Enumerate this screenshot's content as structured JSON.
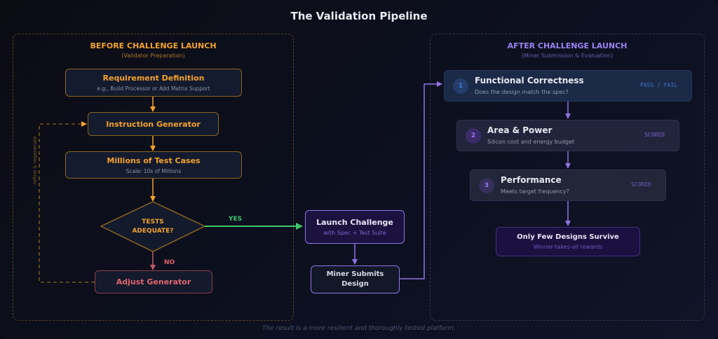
{
  "title": "The Validation Pipeline",
  "before": {
    "heading": "BEFORE CHALLENGE LAUNCH",
    "subheading": "(Validator Preparation)",
    "requirement": {
      "title": "Requirement Definition",
      "subtitle": "e.g., Build Processor or Add Matrix Support"
    },
    "instruction": {
      "title": "Instruction Generator"
    },
    "tests": {
      "title": "Millions of Test Cases",
      "subtitle": "Scale: 10s of Millions"
    },
    "decision": {
      "line1": "TESTS",
      "line2": "ADEQUATE?"
    },
    "yes_label": "YES",
    "no_label": "NO",
    "adjust": {
      "title": "Adjust Generator"
    },
    "loop_label": "refine & regenerate"
  },
  "middle": {
    "launch": {
      "title": "Launch Challenge",
      "subtitle": "with Spec + Test Suite"
    },
    "miner": {
      "line1": "Miner Submits",
      "line2": "Design"
    }
  },
  "after": {
    "heading": "AFTER CHALLENGE LAUNCH",
    "subheading": "(Miner Submission & Evaluation)",
    "stages": [
      {
        "num": "1",
        "title": "Functional Correctness",
        "subtitle": "Does the design match the spec?",
        "tag": "PASS / FAIL"
      },
      {
        "num": "2",
        "title": "Area & Power",
        "subtitle": "Silicon cost and energy budget",
        "tag": "SCORED"
      },
      {
        "num": "3",
        "title": "Performance",
        "subtitle": "Meets target frequency?",
        "tag": "SCORED"
      }
    ],
    "result": {
      "title": "Only Few Designs Survive",
      "subtitle": "Winner-takes-all rewards"
    }
  },
  "footer": "The result is a more resilient and thoroughly tested platform.",
  "colors": {
    "orange": "#f2a22b",
    "green": "#3ec86e",
    "red": "#e0646e",
    "purple": "#8f74e6",
    "blue": "#3f74c4"
  }
}
